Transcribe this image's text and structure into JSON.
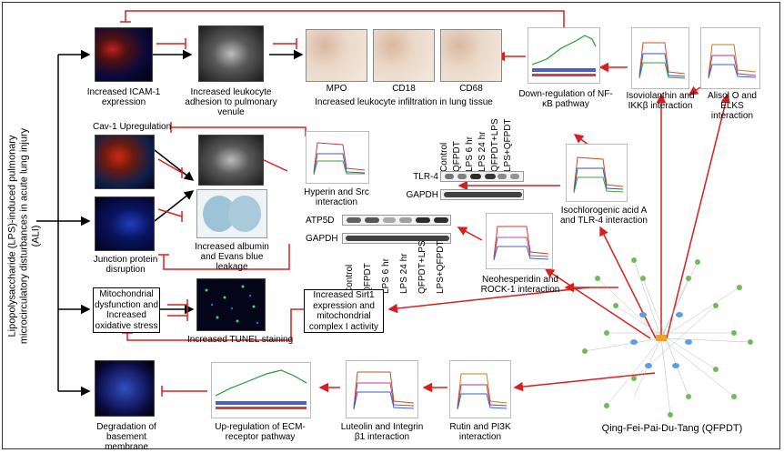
{
  "side_title": "Lipopolysaccharide (LPS)-induced pulmonary microcirculatory disturbances in acute lung injury (ALI)",
  "labels": {
    "icam": "Increased ICAM-1 expression",
    "leukocyte_adhesion": "Increased leukocyte adhesion to pulmonary venule",
    "mpo": "MPO",
    "cd18": "CD18",
    "cd68": "CD68",
    "infiltration": "Increased leukocyte infiltration in lung tissue",
    "nfkb": "Down-regulation of NF-κB pathway",
    "isoviolanthin": "Isoviolanthin and IKKβ interaction",
    "alisol": "Alisol O and ELKS interaction",
    "cav1": "Cav-1 Upregulation",
    "hyperin": "Hyperin and Src interaction",
    "tlr4": "TLR-4",
    "gapdh": "GAPDH",
    "atp5d": "ATP5D",
    "isochlorogenic": "Isochlorogenic acid A and TLR-4 interaction",
    "albumin": "Increased albumin and Evans blue leakage",
    "junction": "Junction protein disruption",
    "neohesperidin": "Neohesperidin and ROCK-1 interaction",
    "mito_box": "Mitochondrial dysfunction and Increased oxidative stress",
    "tunel": "Increased TUNEL staining",
    "sirt1_box": "Increased Sirt1 expression and mitochondrial complex I activity",
    "basement": "Degradation of basement membrane",
    "ecm": "Up-regulation of ECM-receptor pathway",
    "luteolin": "Luteolin and Integrin β1 interaction",
    "rutin": "Rutin and PI3K interaction",
    "qfpdt": "Qing-Fei-Pai-Du-Tang (QFPDT)"
  },
  "blot_top_lanes": [
    "Control",
    "QFPDT",
    "LPS 6 hr",
    "LPS 24 hr",
    "QFPDT+LPS",
    "LPS+QFPDT"
  ],
  "blot_bottom_lanes": [
    "Control",
    "QFPDT",
    "LPS 6 hr",
    "LPS 24 hr",
    "QFPDT+LPS",
    "LPS+QFPDT"
  ],
  "colors": {
    "inhibit": "#d62020",
    "arrow": "#000000"
  }
}
